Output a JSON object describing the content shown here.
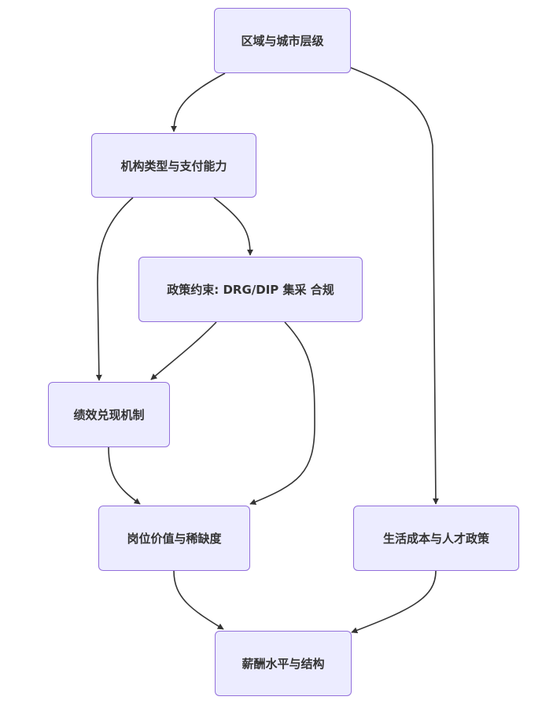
{
  "diagram": {
    "type": "flowchart",
    "direction": "top-down",
    "colors": {
      "node_fill": "#ECECFF",
      "node_border": "#9370DB",
      "text": "#333333",
      "edge": "#333333",
      "background": "#FFFFFF"
    },
    "nodes": {
      "region": {
        "label": "区域与城市层级"
      },
      "institution": {
        "label": "机构类型与支付能力"
      },
      "policy": {
        "label": "政策约束: DRG/DIP 集采 合规"
      },
      "performance": {
        "label": "绩效兑现机制"
      },
      "position": {
        "label": "岗位价值与稀缺度"
      },
      "living": {
        "label": "生活成本与人才政策"
      },
      "salary": {
        "label": "薪酬水平与结构"
      }
    },
    "edges": [
      {
        "from": "region",
        "to": "institution"
      },
      {
        "from": "region",
        "to": "living"
      },
      {
        "from": "institution",
        "to": "policy"
      },
      {
        "from": "institution",
        "to": "performance"
      },
      {
        "from": "policy",
        "to": "performance"
      },
      {
        "from": "policy",
        "to": "position"
      },
      {
        "from": "performance",
        "to": "position"
      },
      {
        "from": "position",
        "to": "salary"
      },
      {
        "from": "living",
        "to": "salary"
      }
    ]
  }
}
